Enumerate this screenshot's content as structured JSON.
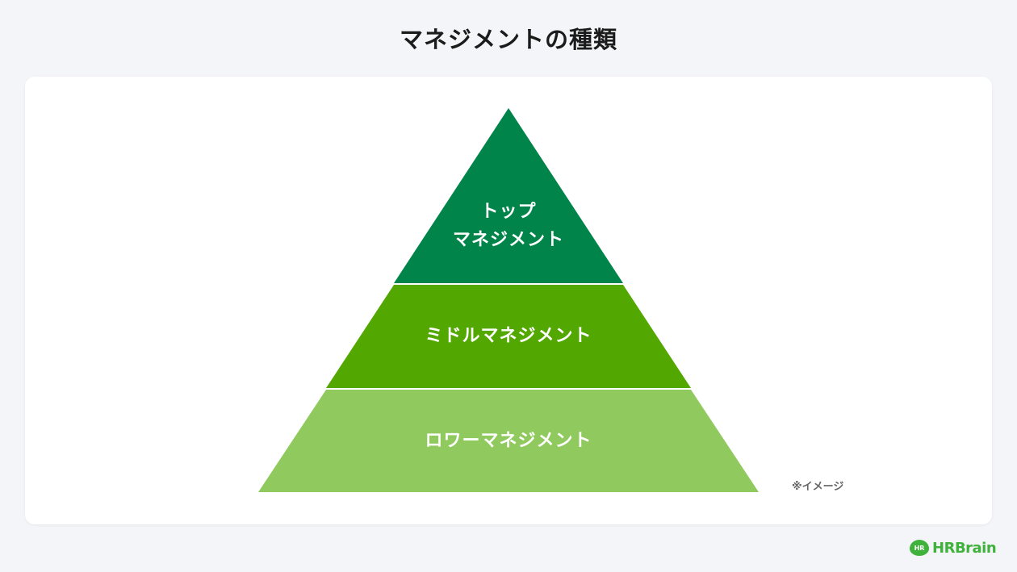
{
  "title": "マネジメントの種類",
  "pyramid": {
    "tiers": [
      {
        "lines": [
          "トップ",
          "マネジメント"
        ],
        "color": "#00844a"
      },
      {
        "lines": [
          "ミドルマネジメント"
        ],
        "color": "#52a800"
      },
      {
        "lines": [
          "ロワーマネジメント"
        ],
        "color": "#90ca5e"
      }
    ]
  },
  "note": "※イメージ",
  "brand": {
    "badge": "HR",
    "hr": "HR",
    "rest": "Brain",
    "color": "#3eb23a"
  }
}
